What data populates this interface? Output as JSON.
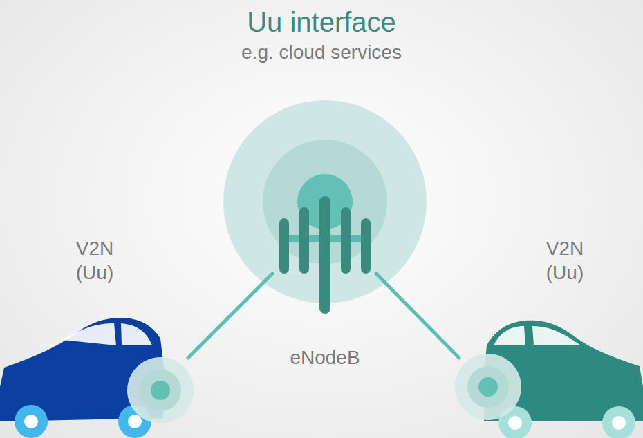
{
  "diagram": {
    "title": "Uu interface",
    "nodes": [
      {
        "text": [
          "eNodeB"
        ]
      }
    ],
    "labels": [
      "e.g. cloud services",
      "V2N (Uu)",
      "V2N (Uu)"
    ]
  }
}
